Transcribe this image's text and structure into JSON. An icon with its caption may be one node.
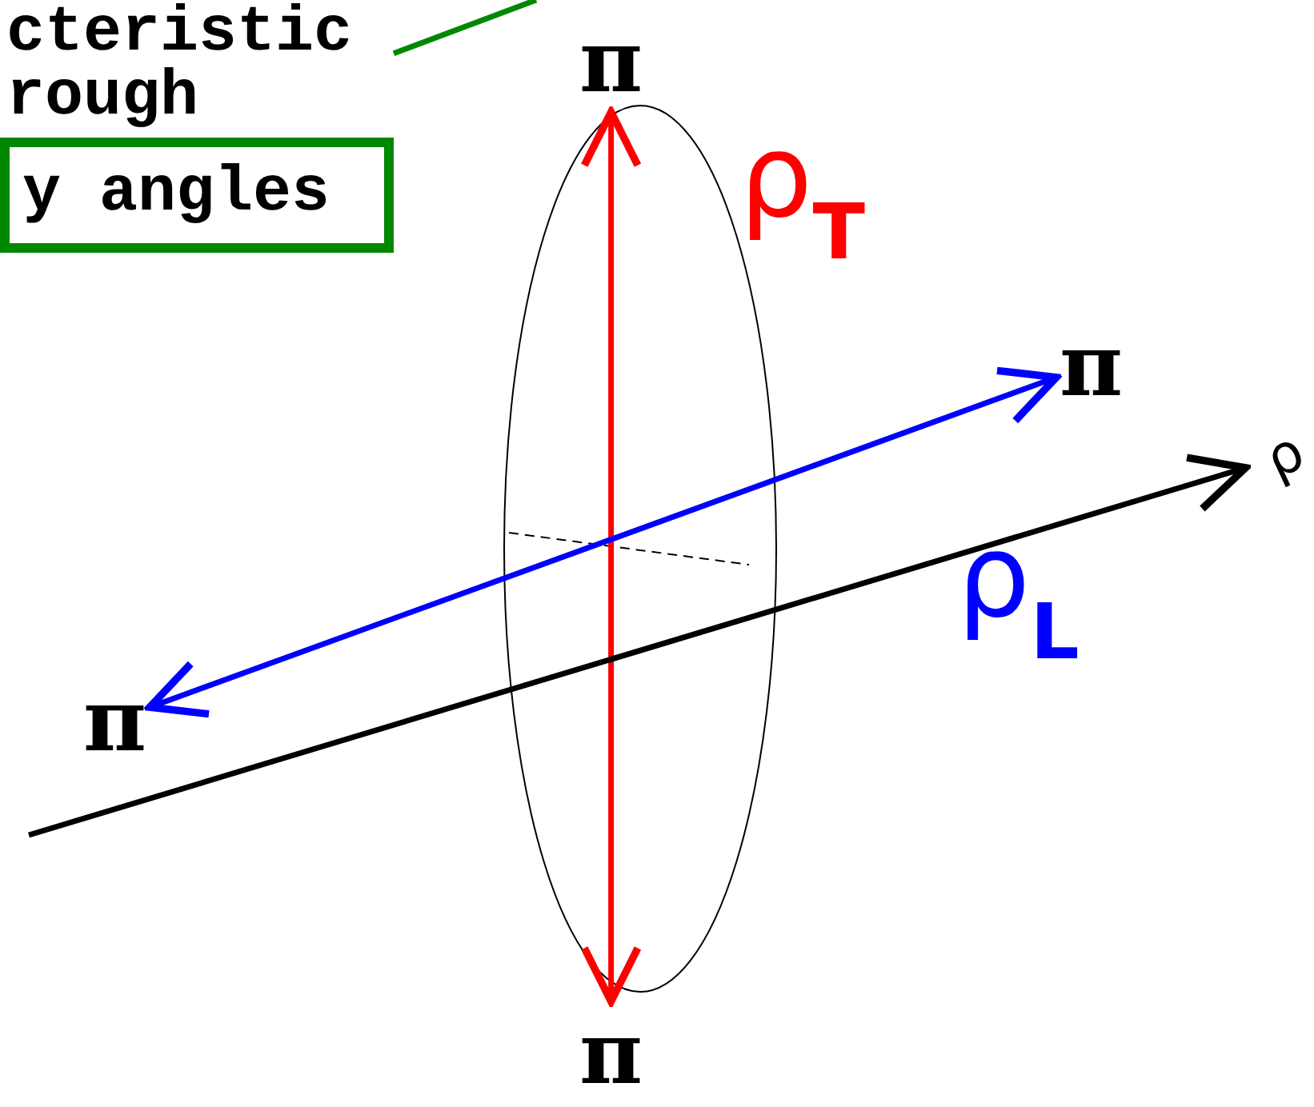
{
  "diagram": {
    "nodes": [
      {
        "text": [
          "cteristic rough",
          "y angles"
        ]
      },
      {
        "text": [
          "π"
        ]
      },
      {
        "text": [
          "π"
        ]
      },
      {
        "text": [
          "π"
        ]
      },
      {
        "text": [
          "π"
        ]
      },
      {
        "text": [
          "ρ"
        ]
      }
    ],
    "edges": [
      {
        "from": 0,
        "to": null,
        "arrow": "none",
        "color": "#008800"
      },
      {
        "from": 1,
        "to": 4,
        "arrow": "both",
        "color": "#ff0000"
      },
      {
        "from": 2,
        "to": 3,
        "arrow": "both",
        "color": "#0000ff"
      },
      {
        "from": null,
        "to": 5,
        "arrow": "to",
        "color": "#000000"
      }
    ],
    "labels": [
      "ρ$_{T}$",
      "ρ$_{L}$"
    ]
  }
}
